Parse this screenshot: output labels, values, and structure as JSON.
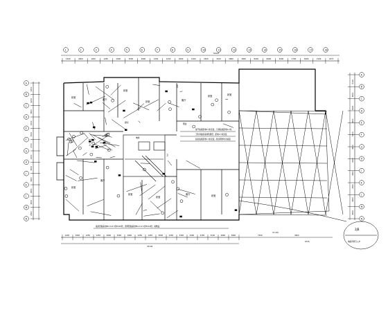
{
  "drawing": {
    "line_color": "#000000",
    "background": "#ffffff",
    "dimensions_top": [
      "1200",
      "2900",
      "1250",
      "1250",
      "2000",
      "3300",
      "2900",
      "1250",
      "1250",
      "2000",
      "1200",
      "3300",
      "3100",
      "2800",
      "3900",
      "8200",
      "6900",
      "4500",
      "2700",
      "3900",
      "2100",
      "2477"
    ],
    "dimensions_top_total": "50407",
    "dimensions_bottom": [
      "1200",
      "2900",
      "1250",
      "1250",
      "2000",
      "3300",
      "2900",
      "1250",
      "1250",
      "2000",
      "1200",
      "3300",
      "2300",
      "2700",
      "3100",
      "2800",
      "3900"
    ],
    "dimensions_bottom_sub": [
      "7300",
      "3800"
    ],
    "dimensions_bottom_total": "32140",
    "dimensions_bottom_right": "37,470 ",
    "dimensions_bottom_right_b": "6735",
    "dimensions_left": [
      "1800",
      "4200",
      "3600",
      "2000",
      "1500",
      "2700",
      "2200",
      "3600",
      "3400",
      "2600",
      "3600",
      "2600"
    ],
    "dimensions_right": [
      "5100",
      "3600",
      "3300",
      "3600",
      "5400",
      "3600",
      "3000",
      "3600",
      "2600",
      "3600",
      "4600"
    ],
    "axis_top": [
      "1",
      "2",
      "3",
      "4",
      "5",
      "6",
      "7",
      "8",
      "9",
      "10",
      "11",
      "12",
      "13",
      "14",
      "15",
      "16",
      "17",
      "18"
    ],
    "axis_left": [
      "A",
      "B",
      "C",
      "D",
      "E",
      "F",
      "G",
      "H",
      "J",
      "K",
      "L",
      "M",
      "N"
    ],
    "axis_right": [
      "A",
      "B",
      "C",
      "D",
      "E",
      "F",
      "G",
      "H",
      "J",
      "K",
      "L",
      "M",
      "N"
    ],
    "rooms_upper": [
      "卧室",
      "客厅",
      "卧室",
      "卧室",
      "客厅",
      "卧室",
      "卧室"
    ],
    "rooms_lower": [
      "卧室",
      "客厅",
      "卧室",
      "卧室",
      "客厅",
      "卧室"
    ],
    "small_labels": [
      "厨房",
      "卫",
      "阳台",
      "电井",
      "卫"
    ],
    "notes": [
      "客厅插座距地0.3米安装，空调插座距地2.2米",
      "卫生间插座采用防溅型，距地1.5米安装",
      "厨房插座距地1.3米安装，除注明外均为暗装"
    ],
    "bottom_note": "插座回路采用BV-3×2.5穿PC20管，照明回路采用BV-2×2.5穿PC16管，暗敷设",
    "callout_top": "2JB",
    "callout_bottom": "电缆穿管引入户"
  }
}
